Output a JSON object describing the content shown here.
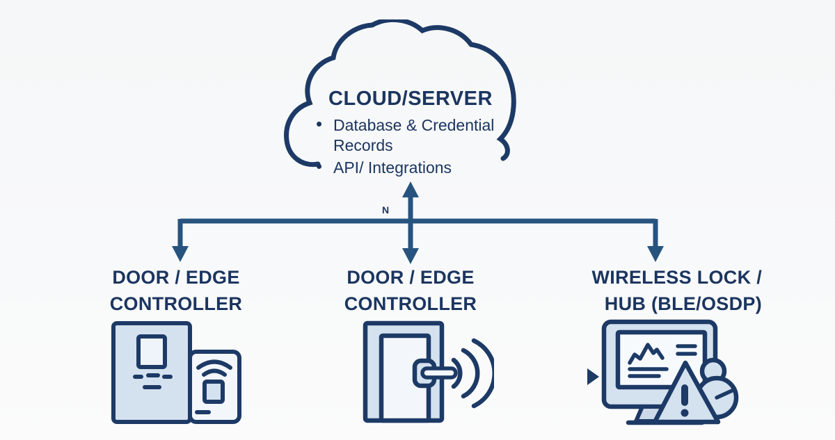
{
  "colors": {
    "background": "#f8f9fa",
    "navy_text": "#1b3560",
    "outline_navy": "#1d3a66",
    "arrow_blue": "#27547f",
    "fill_light_blue": "#d4e1ef",
    "fill_pale_blue": "#f3f7fb"
  },
  "cloud": {
    "title": "CLOUD/SERVER",
    "bullets": [
      "Database & Credential Records",
      "API/ Integrations"
    ]
  },
  "connector": {
    "label": "N"
  },
  "nodes": [
    {
      "label_line1": "DOOR / EDGE",
      "label_line2": "CONTROLLER",
      "icon": "card-reader-icon"
    },
    {
      "label_line1": "DOOR / EDGE",
      "label_line2": "CONTROLLER",
      "icon": "door-wireless-icon"
    },
    {
      "label_line1": "WIRELESS LOCK /",
      "label_line2": "HUB (BLE/OSDP)",
      "icon": "monitor-alert-clock-icon"
    }
  ]
}
